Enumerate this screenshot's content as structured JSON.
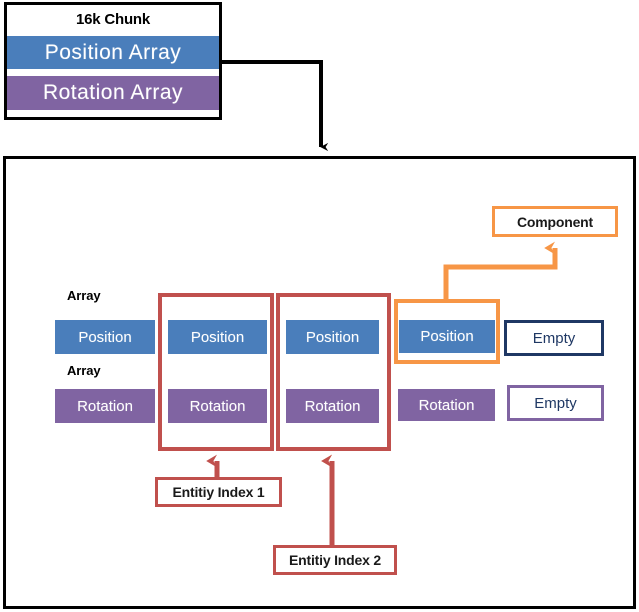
{
  "diagram": {
    "title_box": {
      "header": "16k Chunk",
      "rows": [
        {
          "label": "Position Array",
          "color": "#4A7EBB"
        },
        {
          "label": "Rotation Array",
          "color": "#8064A2"
        }
      ]
    },
    "array_labels": [
      {
        "label": "Array"
      },
      {
        "label": "Array"
      }
    ],
    "columns": [
      {
        "position": "Position",
        "rotation": "Rotation"
      },
      {
        "position": "Position",
        "rotation": "Rotation"
      },
      {
        "position": "Position",
        "rotation": "Rotation"
      },
      {
        "position": "Position",
        "rotation": "Rotation"
      },
      {
        "position": "Empty",
        "rotation": "Empty"
      }
    ],
    "component_box": {
      "label": "Component"
    },
    "entity_callouts": [
      {
        "label": "Entitiy Index 1"
      },
      {
        "label": "Entitiy Index 2"
      }
    ],
    "colors": {
      "position_fill": "#4A7EBB",
      "rotation_fill": "#8064A2",
      "entity_outline": "#C0504D",
      "component_outline": "#F79646",
      "empty_position_outline": "#1F3864",
      "empty_rotation_outline": "#8064A2",
      "frame": "#000000"
    }
  }
}
